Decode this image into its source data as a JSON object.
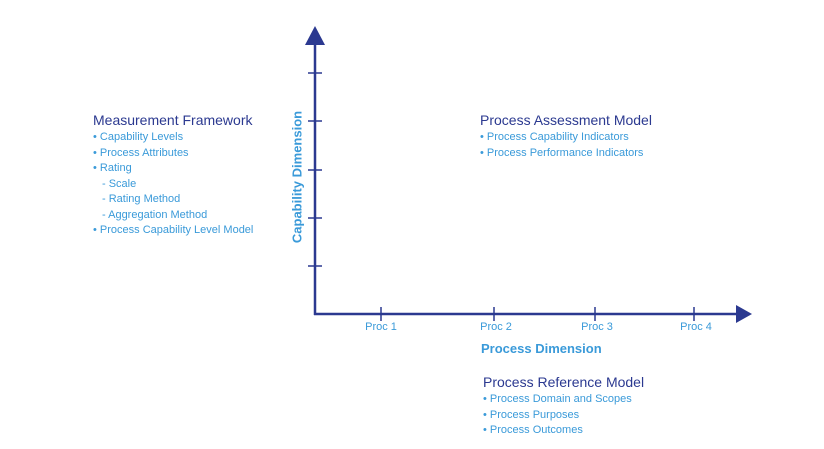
{
  "diagram": {
    "x_axis": {
      "label": "Process Dimension",
      "ticks": [
        "Proc 1",
        "Proc 2",
        "Proc 3",
        "Proc 4"
      ]
    },
    "y_axis": {
      "label": "Capability Dimension"
    },
    "measurement_framework": {
      "title": "Measurement Framework",
      "items": [
        "• Capability Levels",
        "• Process Attributes",
        "• Rating",
        "- Scale",
        "- Rating Method",
        "- Aggregation Method",
        "• Process Capability Level Model"
      ]
    },
    "process_assessment_model": {
      "title": "Process Assessment Model",
      "items": [
        "• Process Capability Indicators",
        "• Process Performance Indicators"
      ]
    },
    "process_reference_model": {
      "title": "Process Reference Model",
      "items": [
        "• Process Domain and Scopes",
        "• Process Purposes",
        "• Process Outcomes"
      ]
    },
    "colors": {
      "axis": "#2b3990",
      "title": "#2b3990",
      "text": "#3a9ad9"
    }
  }
}
